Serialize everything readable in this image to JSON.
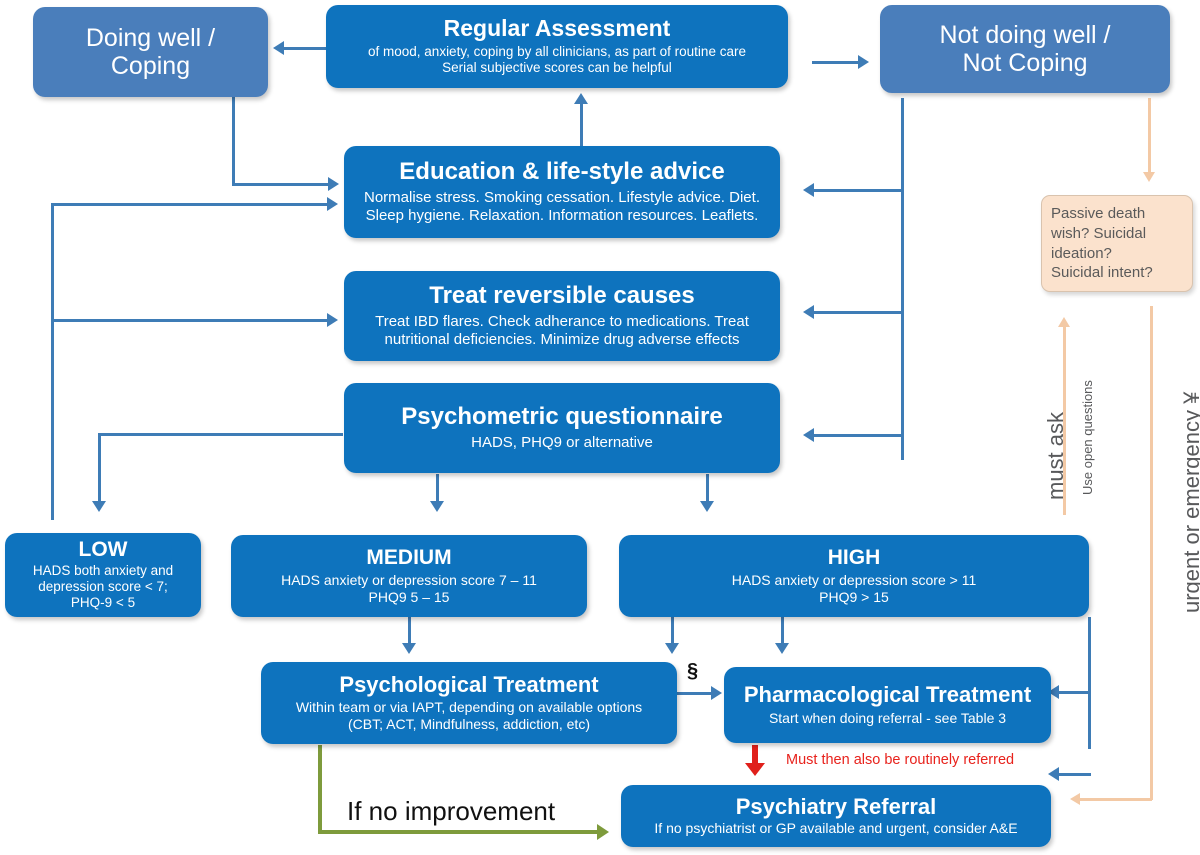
{
  "diagram": {
    "title": "Mood/anxiety management pathway flowchart",
    "colors": {
      "box_deep_blue": "#0E73BE",
      "box_muted_blue": "#4A7EBB",
      "arrow_blue": "#3E7CB6",
      "peach_fill": "#FBE2CD",
      "peach_arrow": "#F3C9A5",
      "green_arrow": "#7E9B3C",
      "red_arrow": "#E0201B",
      "red_text": "#E8221C"
    }
  },
  "boxes": {
    "doing_well": {
      "title": "Doing well /",
      "title2": "Coping"
    },
    "regular_assessment": {
      "title": "Regular Assessment",
      "sub1": "of mood, anxiety, coping by all clinicians, as part of routine care",
      "sub2": "Serial subjective scores can be helpful"
    },
    "not_doing_well": {
      "title": "Not doing well /",
      "title2": "Not Coping"
    },
    "education": {
      "title": "Education & life-style advice",
      "sub1": "Normalise stress. Smoking cessation. Lifestyle advice. Diet.",
      "sub2": "Sleep hygiene. Relaxation. Information resources. Leaflets."
    },
    "reversible": {
      "title": "Treat reversible causes",
      "sub1": "Treat IBD flares. Check adherance to medications. Treat",
      "sub2": "nutritional deficiencies. Minimize drug adverse effects"
    },
    "psychometric": {
      "title": "Psychometric questionnaire",
      "sub1": "HADS, PHQ9 or alternative"
    },
    "low": {
      "title": "LOW",
      "sub1": "HADS both anxiety and",
      "sub2": "depression score < 7;",
      "sub3": "PHQ-9 < 5"
    },
    "medium": {
      "title": "MEDIUM",
      "sub1": "HADS anxiety or depression score 7 – 11",
      "sub2": "PHQ9 5 – 15"
    },
    "high": {
      "title": "HIGH",
      "sub1": "HADS anxiety  or depression  score > 11",
      "sub2": "PHQ9 > 15"
    },
    "psychological": {
      "title": "Psychological Treatment",
      "sub1": "Within team or via IAPT, depending on available options",
      "sub2": "(CBT; ACT, Mindfulness, addiction, etc)"
    },
    "pharmacological": {
      "title": "Pharmacological Treatment",
      "sub1": "Start when doing referral - see Table 3"
    },
    "psychiatry": {
      "title": "Psychiatry Referral",
      "sub1": "If no psychiatrist or GP available and urgent, consider A&E"
    },
    "suicide_risk": {
      "line1": "Passive death",
      "line2": "wish? Suicidal",
      "line3": "ideation?",
      "line4": "Suicidal intent?"
    }
  },
  "labels": {
    "section_symbol": "§",
    "must_ask": "must ask",
    "use_open_questions": "Use open questions",
    "urgent_or_emergency": "urgent or emergency ¥",
    "must_then_referred": "Must then also  be routinely referred",
    "if_no_improvement": "If no improvement"
  }
}
